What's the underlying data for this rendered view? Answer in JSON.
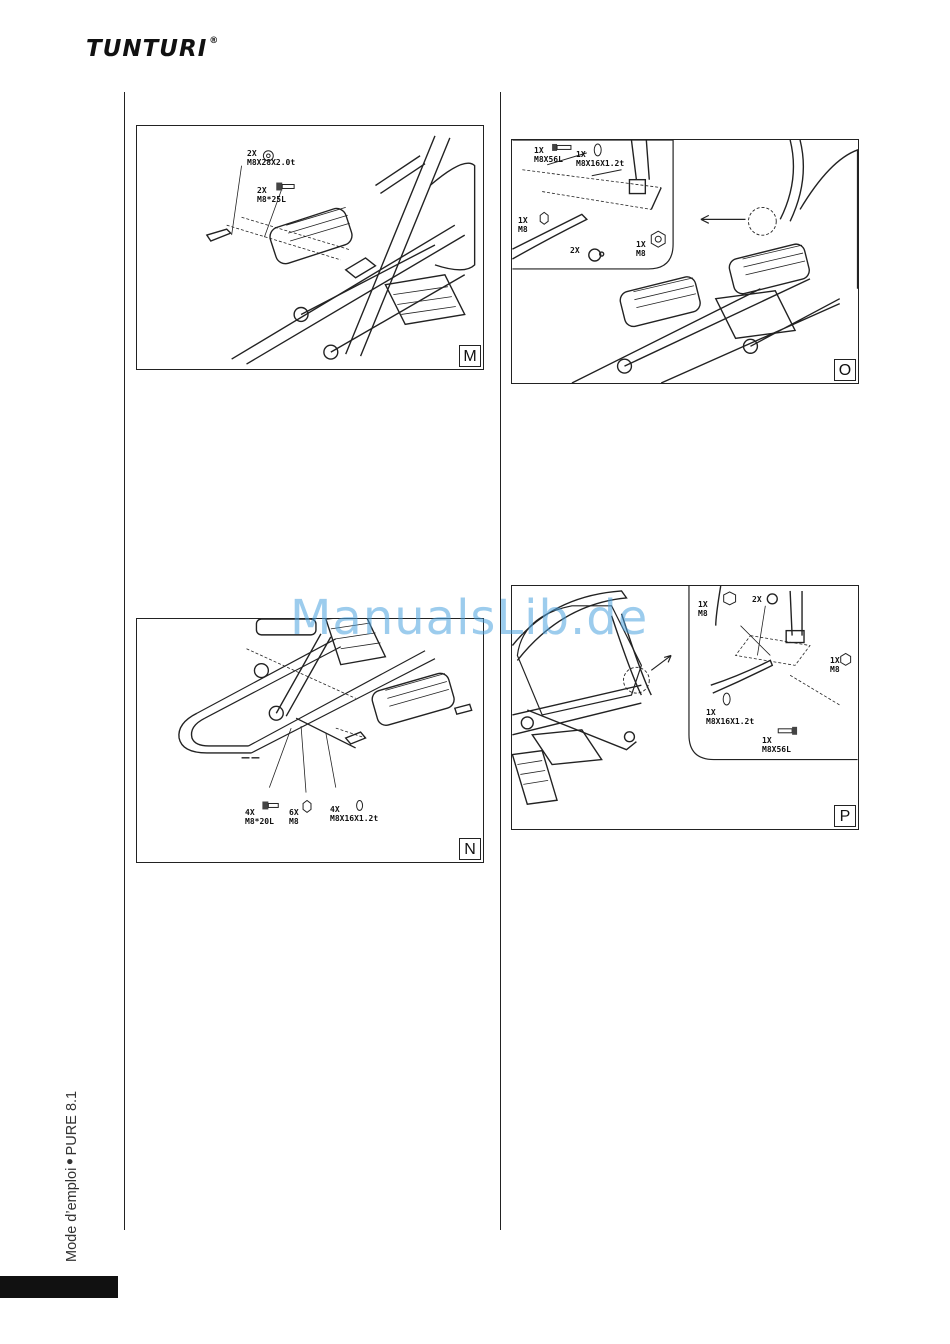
{
  "header": {
    "brand": "TUNTURI",
    "registered": "®"
  },
  "sidebar": {
    "manual": "Mode d’emploi",
    "separator": "•",
    "model": "PURE 8.1"
  },
  "watermark": "ManualsLib.de",
  "figures": [
    {
      "label": "M",
      "parts": [
        "2X\nM8X28X2.0t",
        "2X\nM8*25L"
      ]
    },
    {
      "label": "O",
      "parts": [
        "1X\nM8X56L",
        "1X\nM8X16X1.2t",
        "1X\nM8",
        "2X",
        "1X\nM8"
      ]
    },
    {
      "label": "N",
      "parts": [
        "4X\nM8*20L",
        "6X\nM8",
        "4X\nM8X16X1.2t"
      ]
    },
    {
      "label": "P",
      "parts": [
        "1X\nM8",
        "2X",
        "1X\nM8",
        "1X\nM8X16X1.2t",
        "1X\nM8X56L"
      ]
    }
  ],
  "icons": [
    "bolt-icon",
    "washer-icon",
    "nut-icon",
    "bushing-icon",
    "arrow-icon"
  ]
}
